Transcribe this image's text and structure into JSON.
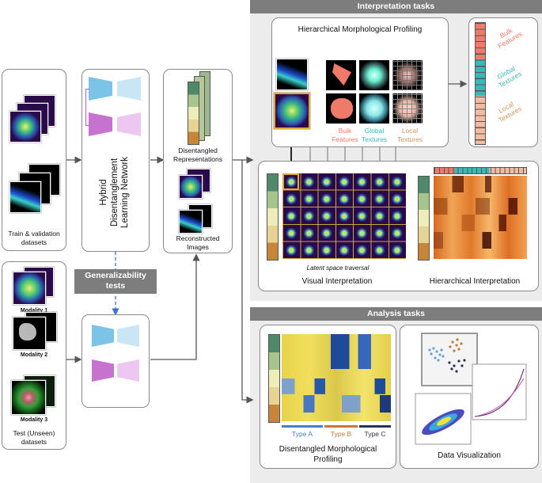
{
  "interpretation_tasks": {
    "banner": "Interpretation tasks",
    "hierarchical_profiling": {
      "title": "Hierarchical Morphological Profiling",
      "bulk": [
        "Bulk",
        "Features"
      ],
      "global": [
        "Global",
        "Textures"
      ],
      "local": [
        "Local",
        "Textures"
      ]
    },
    "vector_labels": {
      "bulk": [
        "Bulk",
        "Features"
      ],
      "global": [
        "Global",
        "Textures"
      ],
      "local": [
        "Local",
        "Textures"
      ]
    },
    "latent_traversal": "Latent space traversal",
    "visual_interpretation": "Visual Interpretation",
    "hierarchical_interpretation": "Hierarchical Interpretation"
  },
  "analysis_tasks": {
    "banner": "Analysis tasks",
    "profiling": [
      "Disentangled Morphological",
      "Profiling"
    ],
    "types": {
      "a": "Type A",
      "b": "Type B",
      "c": "Type C"
    },
    "data_visualization": "Data Visualization"
  },
  "left": {
    "train_label": [
      "Train & validation",
      "datasets"
    ],
    "test_label": [
      "Test (Unseen)",
      "datasets"
    ],
    "modality1": "Modality 1",
    "modality2": "Modality 2",
    "modality3": "Modality 3"
  },
  "network": {
    "label": [
      "Hybrid",
      "Disentanglement",
      "Learning Network"
    ],
    "generalizability": [
      "Generalizability",
      "tests"
    ]
  },
  "outputs": {
    "representations": [
      "Disentangled",
      "Representations"
    ],
    "reconstructed": [
      "Reconstructed",
      "Images"
    ]
  },
  "colors": {
    "bulk": "#f07a6a",
    "global": "#3cb7b6",
    "local": "#d4935a",
    "type_a": "#4a7fc1",
    "type_b": "#c8773a",
    "type_c": "#2b3550",
    "banner": "#7d7d7d",
    "panel": "#ececec",
    "highlight": "#e6a832"
  }
}
